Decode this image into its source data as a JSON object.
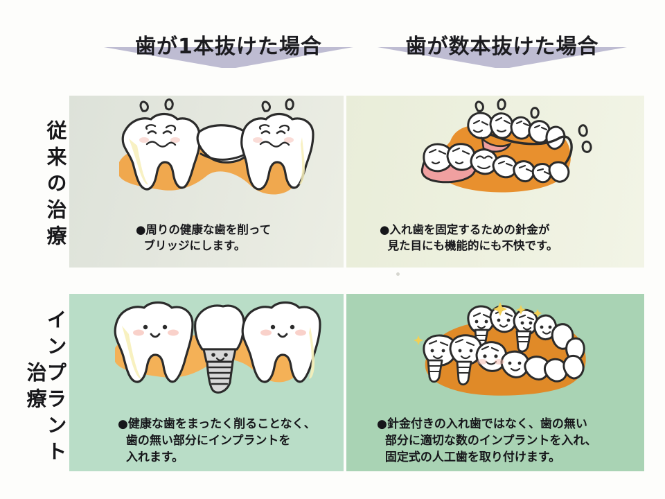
{
  "headers": {
    "left": "歯が1本抜けた場合",
    "right": "歯が数本抜けた場合"
  },
  "row_labels": {
    "conventional": "従来の治療",
    "implant": "インプラント治療"
  },
  "panels": {
    "top_left": {
      "illustration": "bridge-over-missing-tooth-illustration",
      "caption": "●周りの健康な歯を削って\n  ブリッジにします。"
    },
    "top_right": {
      "illustration": "partial-denture-with-metal-clasp-illustration",
      "caption": "●入れ歯を固定するための針金が\n  見た目にも機能的にも不快です。"
    },
    "bottom_left": {
      "illustration": "single-implant-between-healthy-teeth-illustration",
      "caption": "●健康な歯をまったく削ることなく、\n  歯の無い部分にインプラントを\n  入れます。"
    },
    "bottom_right": {
      "illustration": "multiple-implants-fixed-bridge-illustration",
      "caption": "●針金付きの入れ歯ではなく、歯の無い\n  部分に適切な数のインプラントを入れ、\n  固定式の人工歯を取り付けます。"
    }
  },
  "colors": {
    "banner": "#b9b6ce",
    "panel_top_left_bg": "#dfe3da",
    "panel_top_right_bg": "#eceedd",
    "panel_bottom_left_bg": "#b9ddc7",
    "panel_bottom_right_bg": "#a9d3b4",
    "gum_orange": "#f0a84e",
    "gum_orange_dark": "#e08a28",
    "tooth_white": "#ffffff",
    "tooth_cream": "#f7efb9",
    "implant_gray": "#d9d9d9",
    "outline": "#2b2b2b",
    "text": "#16161a"
  }
}
